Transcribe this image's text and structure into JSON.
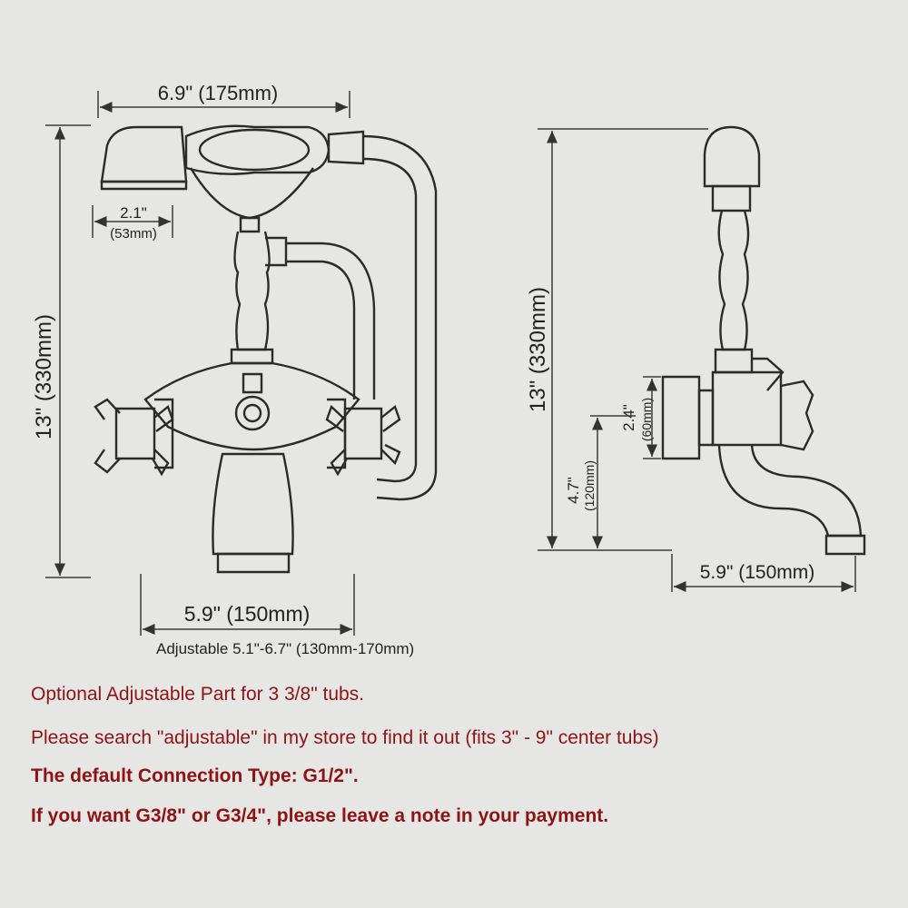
{
  "dimensions": {
    "top_width": "6.9\" (175mm)",
    "handle_width_in": "2.1\"",
    "handle_width_mm": "(53mm)",
    "height_left": "13\" (330mm)",
    "base_spacing": "5.9\" (150mm)",
    "adjustable_range": "Adjustable 5.1\"-6.7\" (130mm-170mm)",
    "height_right": "13\" (330mm)",
    "flange_height": "2.4\"",
    "flange_height_mm": "(60mm)",
    "spout_height": "4.7\"",
    "spout_height_mm": "(120mm)",
    "spout_reach": "5.9\" (150mm)"
  },
  "notes": [
    "Optional Adjustable Part for 3 3/8\" tubs.",
    "Please search \"adjustable\" in my store to find it out (fits 3\" - 9\" center tubs)",
    "The default Connection Type: G1/2\".",
    "If you want G3/8\" or G3/4\", please leave a note in your payment."
  ],
  "colors": {
    "background": "#e6e6e4",
    "line": "#2b2b2b",
    "note_text": "#8e1414"
  }
}
